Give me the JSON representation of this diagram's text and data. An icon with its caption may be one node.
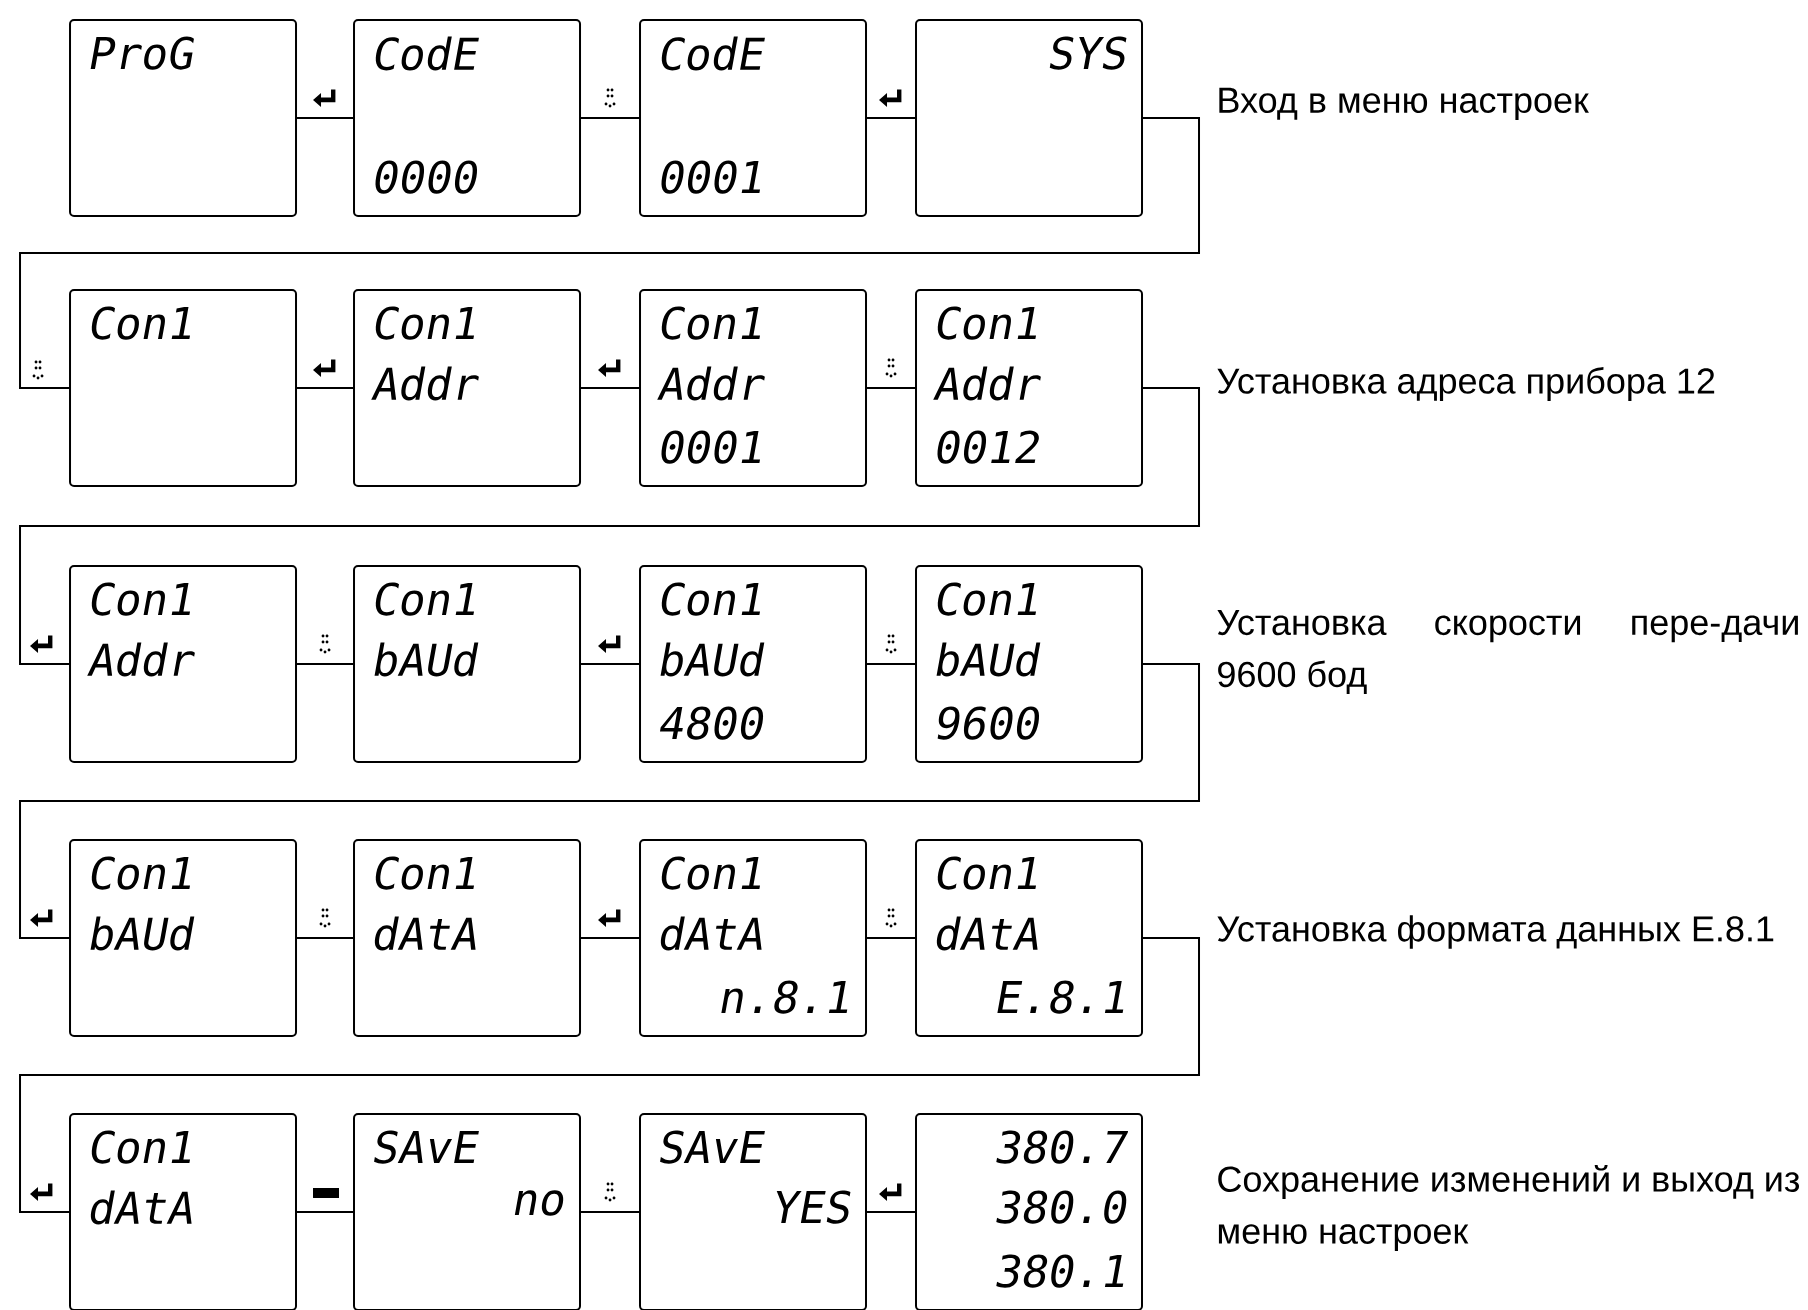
{
  "diagram": {
    "nodes": [
      {
        "text": [
          "ProG"
        ]
      },
      {
        "text": [
          "CodE",
          "0000"
        ]
      },
      {
        "text": [
          "CodE",
          "0001"
        ]
      },
      {
        "text": [
          "SYS"
        ]
      },
      {
        "text": [
          "Con1"
        ]
      },
      {
        "text": [
          "Con1",
          "Addr"
        ]
      },
      {
        "text": [
          "Con1",
          "Addr",
          "0001"
        ]
      },
      {
        "text": [
          "Con1",
          "Addr",
          "0012"
        ]
      },
      {
        "text": [
          "Con1",
          "Addr"
        ]
      },
      {
        "text": [
          "Con1",
          "bAUd"
        ]
      },
      {
        "text": [
          "Con1",
          "bAUd",
          "4800"
        ]
      },
      {
        "text": [
          "Con1",
          "bAUd",
          "9600"
        ]
      },
      {
        "text": [
          "Con1",
          "bAUd"
        ]
      },
      {
        "text": [
          "Con1",
          "dAtA"
        ]
      },
      {
        "text": [
          "Con1",
          "dAtA",
          "n.8.1"
        ]
      },
      {
        "text": [
          "Con1",
          "dAtA",
          "E.8.1"
        ]
      },
      {
        "text": [
          "Con1",
          "dAtA"
        ]
      },
      {
        "text": [
          "SAvE",
          "no"
        ]
      },
      {
        "text": [
          "SAvE",
          "YES"
        ]
      },
      {
        "text": [
          "380.7",
          "380.0",
          "380.1"
        ]
      }
    ],
    "edges": [
      {
        "from": 0,
        "to": 1,
        "arrow": "none"
      },
      {
        "from": 1,
        "to": 2,
        "arrow": "none"
      },
      {
        "from": 2,
        "to": 3,
        "arrow": "none"
      },
      {
        "from": 3,
        "to": 4,
        "arrow": "none"
      },
      {
        "from": 4,
        "to": 5,
        "arrow": "none"
      },
      {
        "from": 5,
        "to": 6,
        "arrow": "none"
      },
      {
        "from": 6,
        "to": 7,
        "arrow": "none"
      },
      {
        "from": 7,
        "to": 8,
        "arrow": "none"
      },
      {
        "from": 8,
        "to": 9,
        "arrow": "none"
      },
      {
        "from": 9,
        "to": 10,
        "arrow": "none"
      },
      {
        "from": 10,
        "to": 11,
        "arrow": "none"
      },
      {
        "from": 11,
        "to": 12,
        "arrow": "none"
      },
      {
        "from": 12,
        "to": 13,
        "arrow": "none"
      },
      {
        "from": 13,
        "to": 14,
        "arrow": "none"
      },
      {
        "from": 14,
        "to": 15,
        "arrow": "none"
      },
      {
        "from": 15,
        "to": 16,
        "arrow": "none"
      },
      {
        "from": 16,
        "to": 17,
        "arrow": "none"
      },
      {
        "from": 17,
        "to": 18,
        "arrow": "none"
      },
      {
        "from": 18,
        "to": 19,
        "arrow": "none"
      }
    ],
    "labels": [
      "Вход в меню настроек",
      "Установка адреса прибора 12",
      "Установка скорости пере-дачи 9600 бод",
      "Установка формата данных E.8.1",
      "Сохранение изменений и выход из меню настроек"
    ]
  }
}
